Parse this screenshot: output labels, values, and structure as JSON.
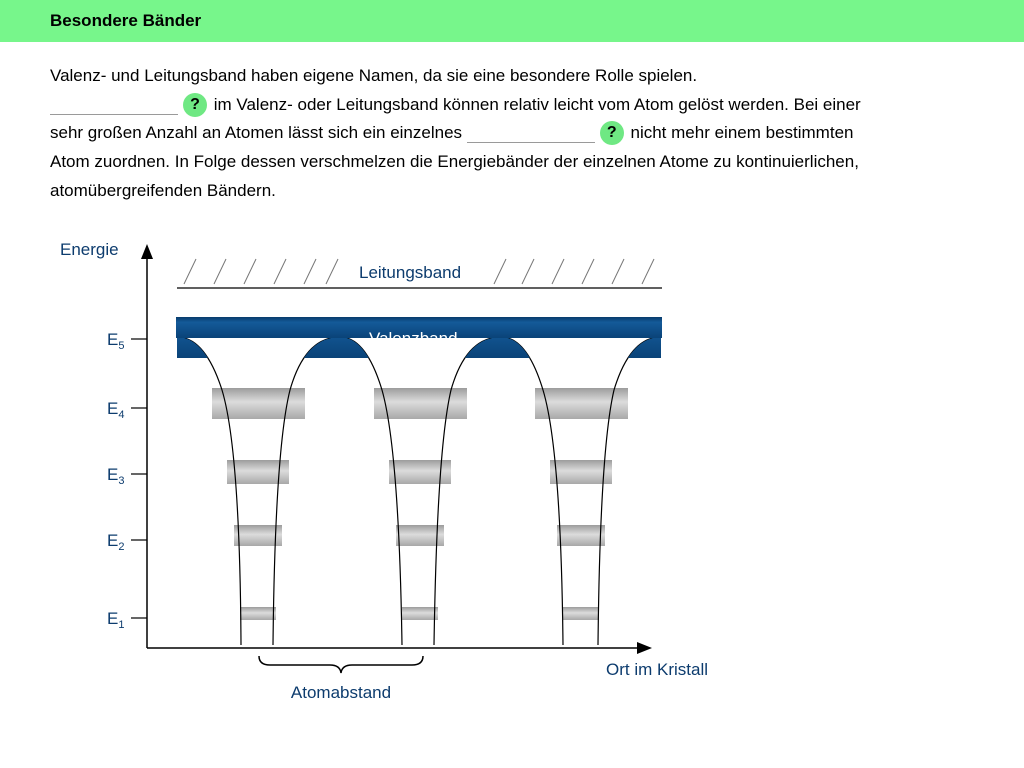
{
  "header": {
    "title": "Besondere Bänder"
  },
  "paragraph": {
    "line1": "Valenz- und Leitungsband haben eigene Namen, da sie eine besondere Rolle spielen.",
    "seg2": "im Valenz- oder Leitungsband können relativ leicht vom Atom gelöst werden. Bei einer",
    "seg3a": "sehr großen Anzahl an Atomen lässt sich ein einzelnes",
    "seg3b": "nicht mehr einem bestimmten",
    "line4": "Atom zuordnen. In Folge dessen verschmelzen die Energiebänder der einzelnen Atome zu kontinuierlichen,",
    "line5": "atomübergreifenden Bändern.",
    "hint_symbol": "?"
  },
  "diagram": {
    "y_axis_label": "Energie",
    "x_axis_label": "Ort im Kristall",
    "conduction_band_label": "Leitungsband",
    "valence_band_label": "Valenzband",
    "spacing_label": "Atomabstand",
    "levels": [
      {
        "base": "E",
        "sub": "5"
      },
      {
        "base": "E",
        "sub": "4"
      },
      {
        "base": "E",
        "sub": "3"
      },
      {
        "base": "E",
        "sub": "2"
      },
      {
        "base": "E",
        "sub": "1"
      }
    ],
    "colors": {
      "band": "#0e4d86",
      "band_dark": "#083b6b",
      "text": "#0d3c6e",
      "level_gray": "#b8b8b8"
    }
  }
}
